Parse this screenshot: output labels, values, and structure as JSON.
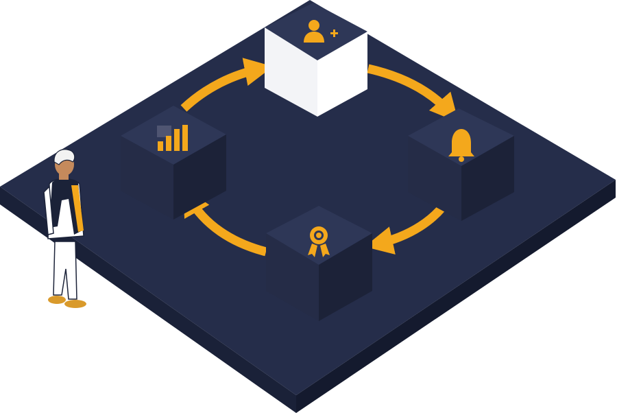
{
  "diagram": {
    "type": "isometric-cycle",
    "direction": "clockwise",
    "colors": {
      "platform_top": "#252d4a",
      "platform_side": "#1a2138",
      "cube_top": "#2e3757",
      "cube_left": "#252c47",
      "cube_right": "#1c2238",
      "accent": "#f4a81c",
      "accent_dark": "#c9860e",
      "person_outline": "#1b2238",
      "background": "#ffffff"
    },
    "nodes": [
      {
        "id": "add-user",
        "icon": "user-plus-icon"
      },
      {
        "id": "notification",
        "icon": "bell-icon"
      },
      {
        "id": "award",
        "icon": "award-badge-icon"
      },
      {
        "id": "analytics",
        "icon": "bar-chart-icon"
      }
    ],
    "connections": [
      {
        "from": "add-user",
        "to": "notification"
      },
      {
        "from": "notification",
        "to": "award"
      },
      {
        "from": "award",
        "to": "analytics"
      },
      {
        "from": "analytics",
        "to": "add-user"
      }
    ],
    "figure": {
      "icon": "person-figure",
      "pose": "standing-observer"
    }
  }
}
